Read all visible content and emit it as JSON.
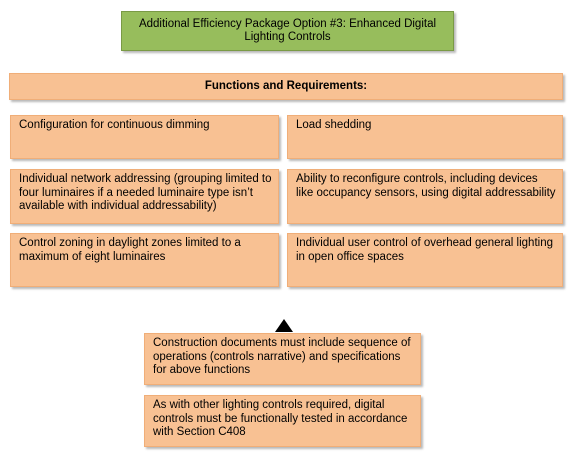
{
  "title": "Additional Efficiency Package Option #3: Enhanced Digital Lighting Controls",
  "header": "Functions and Requirements:",
  "functions": [
    "Configuration for continuous dimming",
    "Load shedding",
    "Individual network addressing (grouping limited to four luminaires if a needed luminaire type isn’t available with individual addressability)",
    "Ability to reconfigure controls, including devices like occupancy sensors, using digital addressability",
    "Control zoning in daylight zones limited to a maximum of eight luminaires",
    "Individual user control of overhead general lighting in open office spaces"
  ],
  "notes": [
    "Construction documents must include sequence of operations (controls narrative) and specifications for above functions",
    "As with other lighting controls required, digital controls must be functionally tested in accordance with Section C408"
  ],
  "colors": {
    "title_fill": "#97bd5c",
    "box_fill": "#f8c193",
    "arrow": "#000000"
  },
  "icons": {
    "arrow": "up-triangle-icon"
  }
}
